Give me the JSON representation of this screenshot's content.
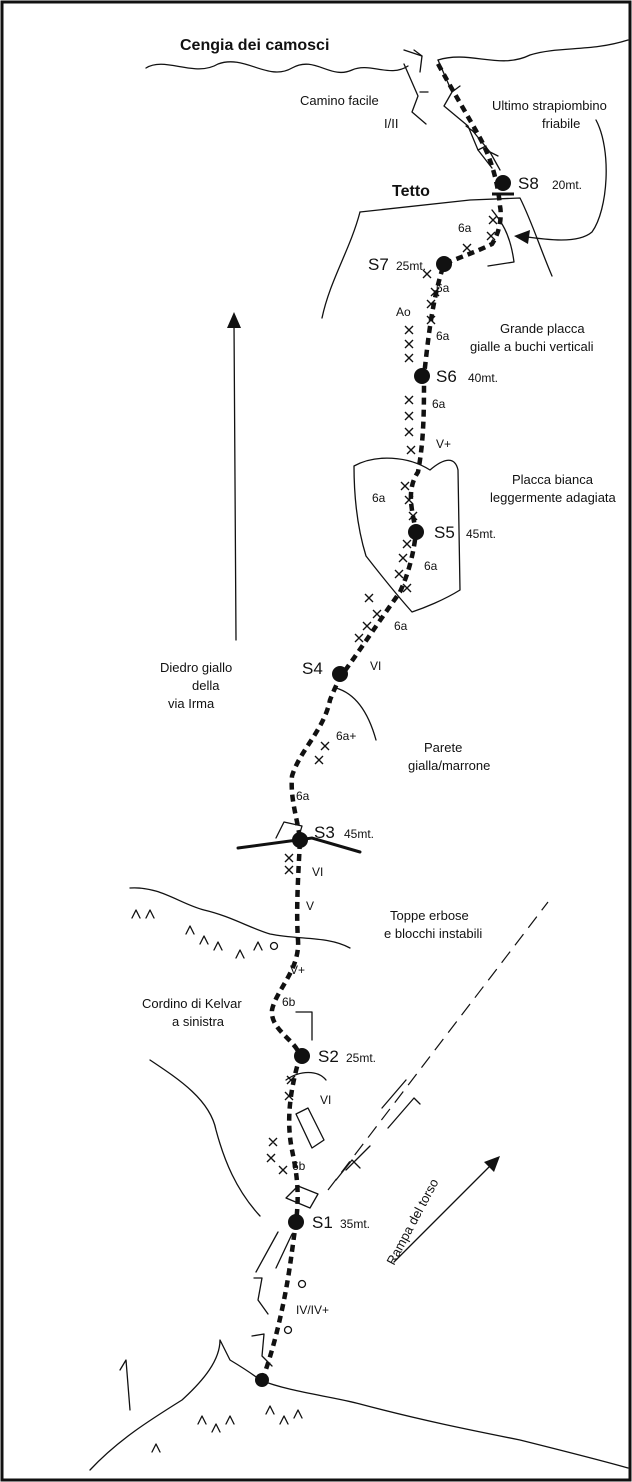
{
  "labels": {
    "cengia": "Cengia dei camosci",
    "camino": "Camino facile",
    "grade_camino": "I/II",
    "ultimo_1": "Ultimo strapiombino",
    "ultimo_2": "friabile",
    "tetto": "Tetto",
    "grande_1": "Grande placca",
    "grande_2": "gialle a buchi verticali",
    "placca_1": "Placca bianca",
    "placca_2": "leggermente adagiata",
    "diedro_1": "Diedro giallo",
    "diedro_2": "della",
    "diedro_3": "via Irma",
    "parete_1": "Parete",
    "parete_2": "gialla/marrone",
    "toppe_1": "Toppe erbose",
    "toppe_2": "e blocchi instabili",
    "cordino_1": "Cordino di Kelvar",
    "cordino_2": "a sinistra",
    "rampa": "Rampa del torso"
  },
  "belays": [
    {
      "name": "S8",
      "length": "20mt."
    },
    {
      "name": "S7",
      "length": "25mt."
    },
    {
      "name": "S6",
      "length": "40mt."
    },
    {
      "name": "S5",
      "length": "45mt."
    },
    {
      "name": "S4",
      "length": ""
    },
    {
      "name": "S3",
      "length": "45mt."
    },
    {
      "name": "S2",
      "length": "25mt."
    },
    {
      "name": "S1",
      "length": "35mt."
    }
  ],
  "grades": {
    "g_s8_s7": "6a",
    "g_s7_a": "6a",
    "g_ao": "Ao",
    "g_s7_b": "6a",
    "g_s6_a": "6a",
    "g_s6_b": "V+",
    "g_s5_left": "6a",
    "g_s5_right": "6a",
    "g_s4_upper": "6a",
    "g_s4": "VI",
    "g_s4_lower": "6a+",
    "g_s3_upper": "6a",
    "g_s3_a": "VI",
    "g_s3_b": "V",
    "g_vplus": "V+",
    "g_6b_upper": "6b",
    "g_s2": "VI",
    "g_6b_lower": "6b",
    "g_start": "IV/IV+"
  }
}
